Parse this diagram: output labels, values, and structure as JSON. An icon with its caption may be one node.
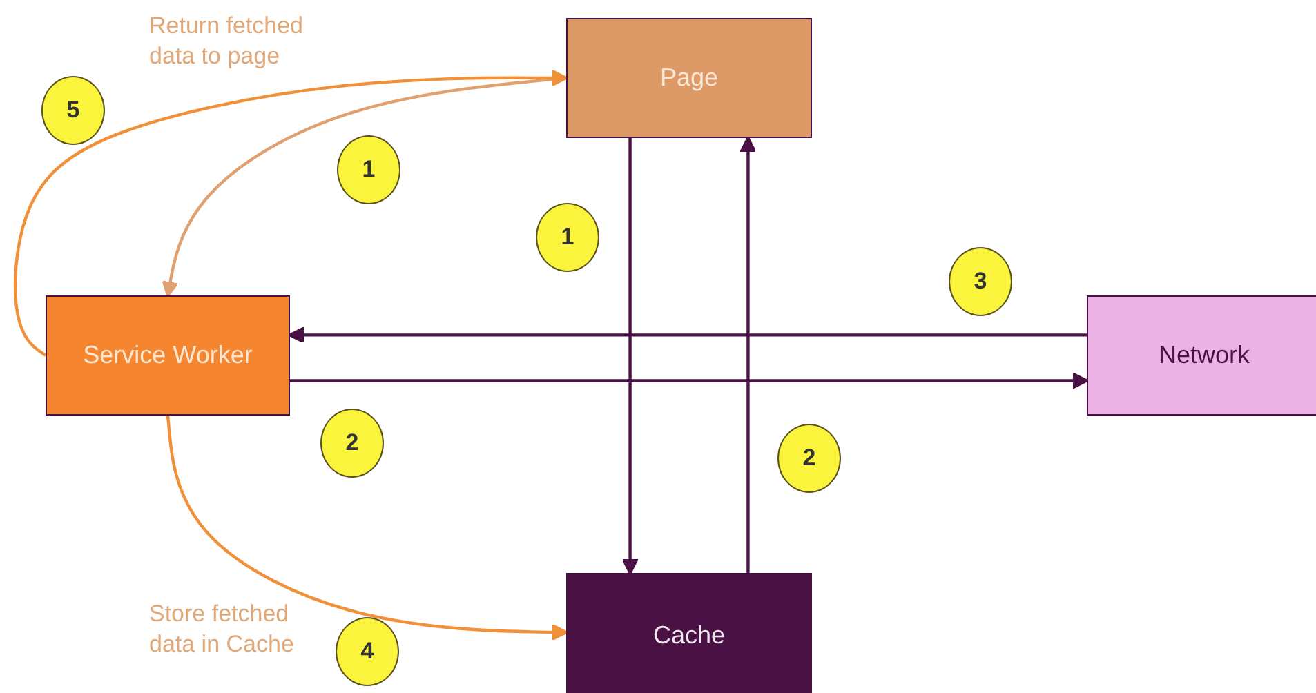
{
  "diagram": {
    "nodes": [
      {
        "text": [
          "Page"
        ]
      },
      {
        "text": [
          "Service Worker"
        ]
      },
      {
        "text": [
          "Network"
        ]
      },
      {
        "text": [
          "Cache"
        ]
      }
    ],
    "edges": [
      {
        "from": 0,
        "to": 1,
        "arrow": "to",
        "color": "#e0a070"
      },
      {
        "from": 1,
        "to": 0,
        "arrow": "to",
        "color": "#f0913a"
      },
      {
        "from": 0,
        "to": 3,
        "arrow": "to"
      },
      {
        "from": 3,
        "to": 0,
        "arrow": "to"
      },
      {
        "from": 2,
        "to": 1,
        "arrow": "to"
      },
      {
        "from": 1,
        "to": 2,
        "arrow": "to"
      },
      {
        "from": 1,
        "to": 3,
        "arrow": "to",
        "color": "#f0913a"
      }
    ],
    "labels": [
      "Return fetched data to page",
      "5",
      "1",
      "1",
      "3",
      "2",
      "2",
      "Store fetched data in Cache",
      "4"
    ]
  }
}
